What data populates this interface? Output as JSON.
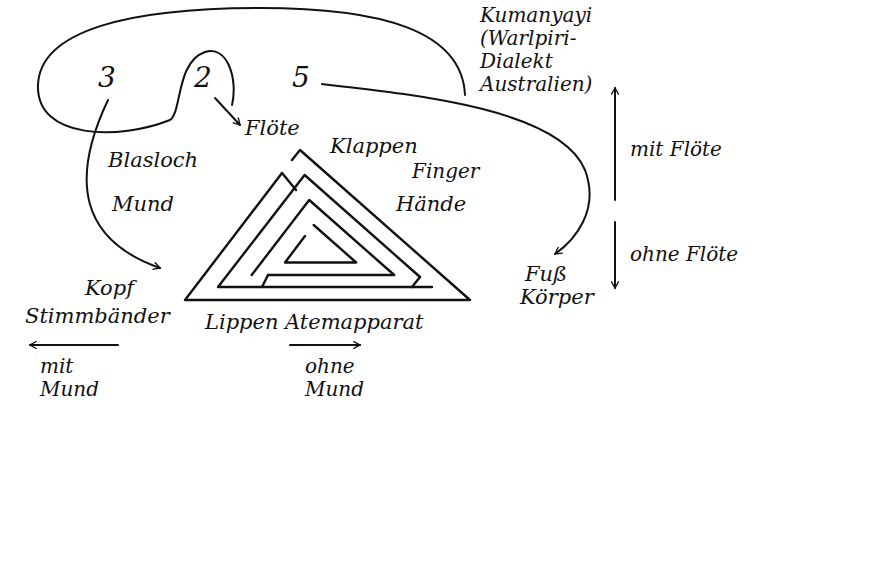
{
  "diagram": {
    "labels": [
      "Kumanyayi (Warlpiri- Dialekt Australien)",
      "3",
      "2",
      "5",
      "Flöte",
      "Blasloch",
      "Klappen",
      "Finger",
      "mit Flöte",
      "Mund",
      "Hände",
      "ohne Flöte",
      "Fuß",
      "Körper",
      "Kopf",
      "Stimmbänder",
      "Lippen",
      "Atemapparat",
      "mit Mund",
      "ohne Mund"
    ]
  }
}
